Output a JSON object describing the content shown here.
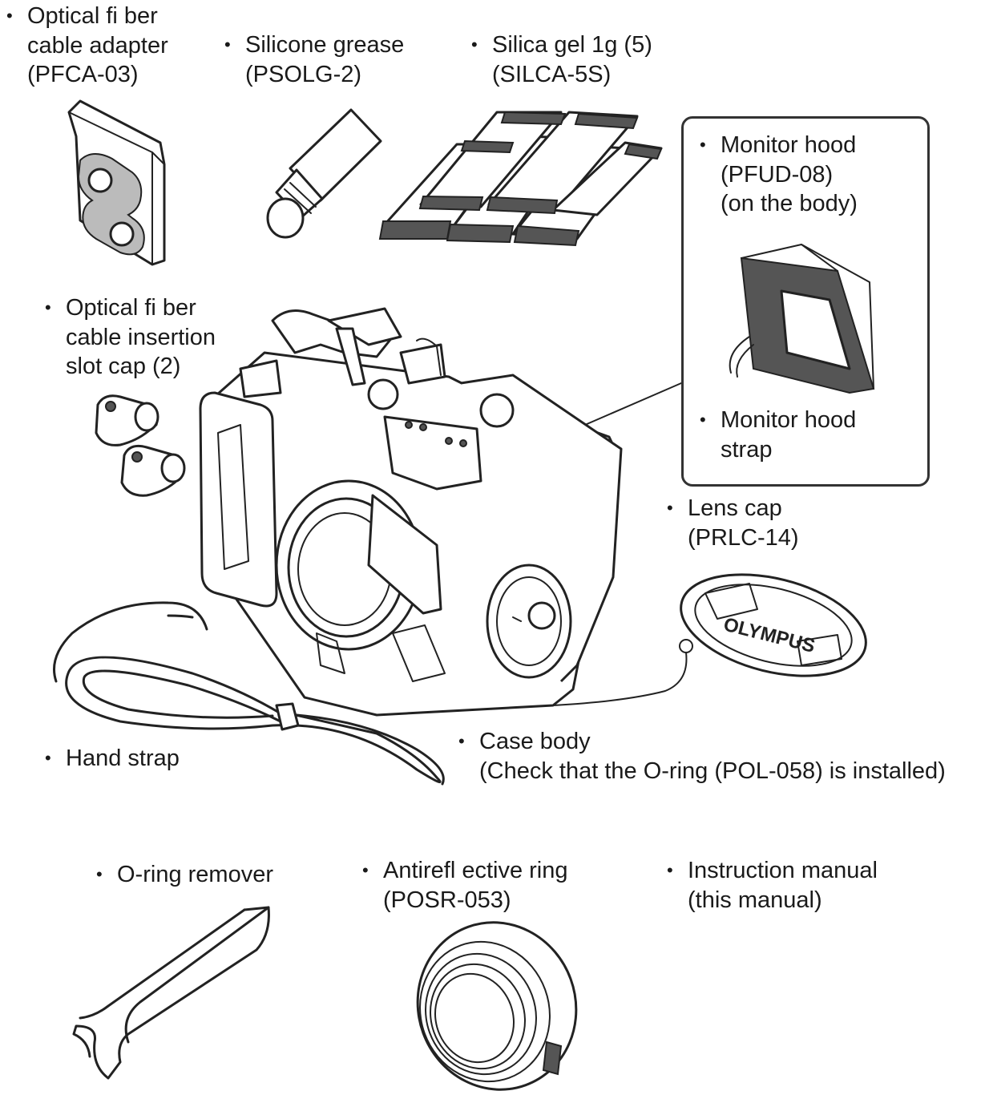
{
  "items": {
    "fiber_adapter": {
      "bullet": "•",
      "lines": [
        "Optical fi ber",
        "cable adapter",
        "(PFCA-03)"
      ]
    },
    "silicone_grease": {
      "bullet": "•",
      "lines": [
        "Silicone grease",
        "(PSOLG-2)"
      ]
    },
    "silica_gel": {
      "bullet": "•",
      "lines": [
        "Silica gel 1g (5)",
        "(SILCA-5S)"
      ]
    },
    "monitor_hood": {
      "bullet": "•",
      "lines": [
        "Monitor hood",
        "(PFUD-08)",
        "(on the body)"
      ]
    },
    "monitor_hood_strap": {
      "bullet": "•",
      "lines": [
        "Monitor hood",
        "strap"
      ]
    },
    "slot_cap": {
      "bullet": "•",
      "lines": [
        "Optical fi ber",
        "cable insertion",
        "slot cap (2)"
      ]
    },
    "lens_cap": {
      "bullet": "•",
      "lines": [
        "Lens cap",
        "(PRLC-14)"
      ]
    },
    "hand_strap": {
      "bullet": "•",
      "lines": [
        "Hand strap"
      ]
    },
    "case_body": {
      "bullet": "•",
      "lines": [
        "Case body",
        "(Check that the O-ring (POL-058) is installed)"
      ]
    },
    "oring_remover": {
      "bullet": "•",
      "lines": [
        "O-ring remover"
      ]
    },
    "antireflective_ring": {
      "bullet": "•",
      "lines": [
        "Antirefl ective ring",
        "(POSR-053)"
      ]
    },
    "instruction_manual": {
      "bullet": "•",
      "lines": [
        "Instruction manual",
        "(this manual)"
      ]
    }
  },
  "lens_cap_brand": "OLYMPUS",
  "colors": {
    "ink": "#1a1a1a",
    "line": "#222222",
    "background": "#ffffff"
  }
}
